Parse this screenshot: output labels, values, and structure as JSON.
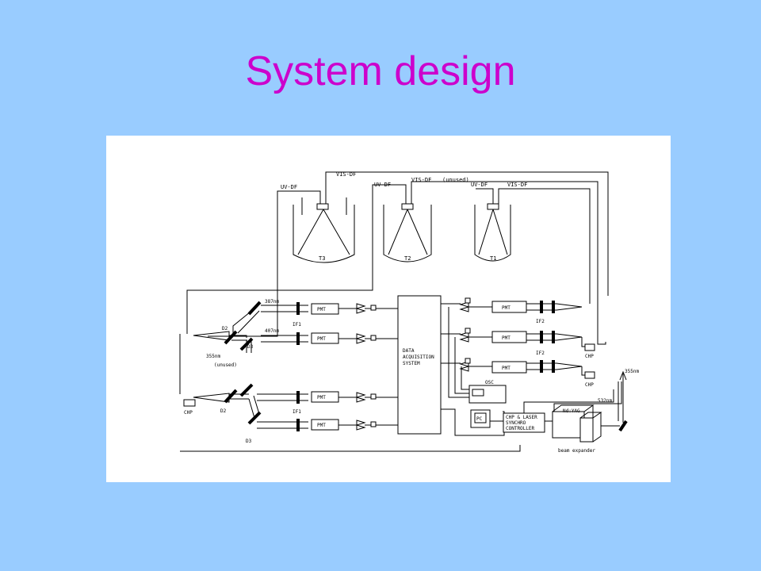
{
  "slide": {
    "title": "System design"
  },
  "labels": {
    "uv_df": "UV-DF",
    "vis_df": "VIS-DF",
    "unused": "(unused)",
    "t3": "T3",
    "t2": "T2",
    "t1": "T1",
    "wl_387": "387nm",
    "wl_407": "407nm",
    "wl_355": "355nm",
    "wl_532": "532nm",
    "pmt": "PMT",
    "d2": "D2",
    "d3": "D3",
    "if1": "IF1",
    "if2": "IF2",
    "chp": "CHP",
    "daq_line1": "DATA",
    "daq_line2": "ACQUISITION",
    "daq_line3": "SYSTEM",
    "osc": "OSC",
    "pc": "PC",
    "ctrl_line1": "CHP & LASER",
    "ctrl_line2": "SYNCHRO",
    "ctrl_line3": "CONTROLLER",
    "laser": "Nd:YAG",
    "beam_expander": "beam expander"
  }
}
